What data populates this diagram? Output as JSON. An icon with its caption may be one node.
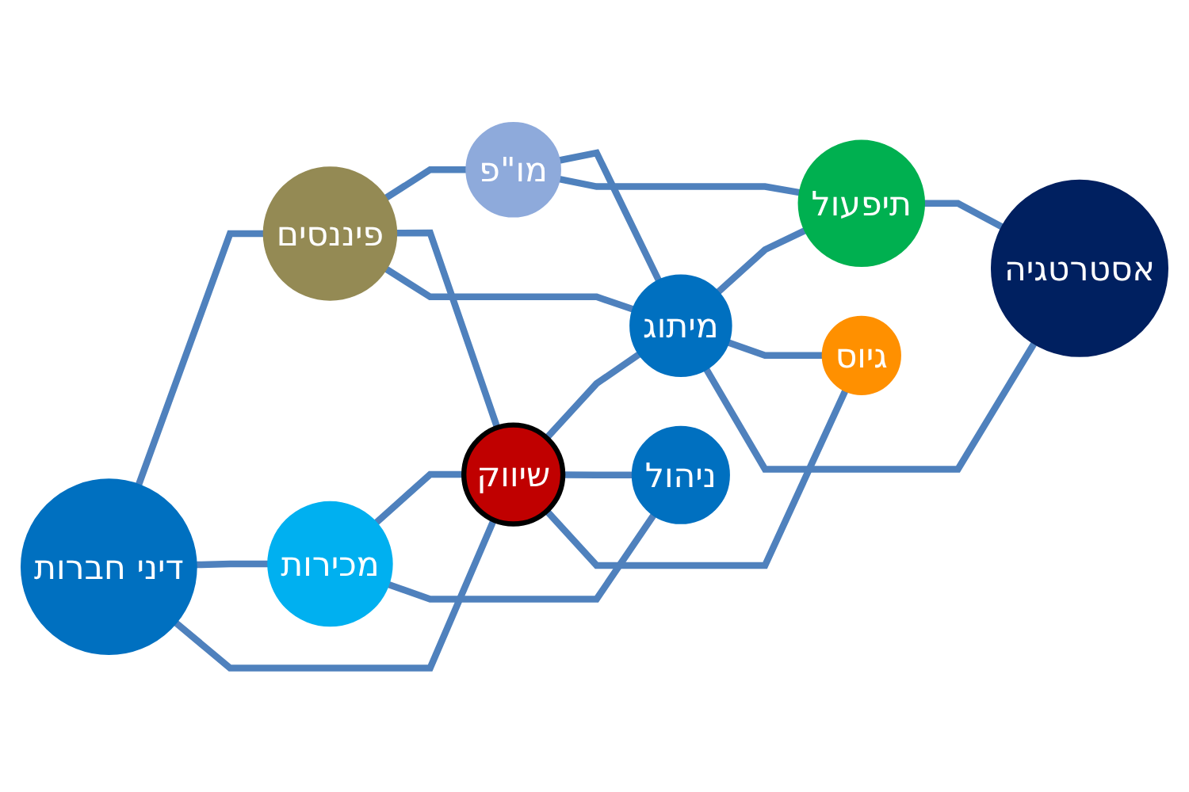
{
  "diagram": {
    "nodes": [
      {
        "text": [
          "דיני חברות"
        ]
      },
      {
        "text": [
          "פיננסים"
        ]
      },
      {
        "text": [
          "מו\"פ"
        ]
      },
      {
        "text": [
          "מכירות"
        ]
      },
      {
        "text": [
          "שיווק"
        ]
      },
      {
        "text": [
          "מיתוג"
        ]
      },
      {
        "text": [
          "תיפעול"
        ]
      },
      {
        "text": [
          "ניהול"
        ]
      },
      {
        "text": [
          "גיוס"
        ]
      },
      {
        "text": [
          "אסטרטגיה"
        ]
      }
    ],
    "edges": [
      {
        "from": 0,
        "to": 1,
        "arrow": "none"
      },
      {
        "from": 1,
        "to": 2,
        "arrow": "none"
      },
      {
        "from": 0,
        "to": 3,
        "arrow": "none"
      },
      {
        "from": 0,
        "to": 4,
        "arrow": "none"
      },
      {
        "from": 1,
        "to": 4,
        "arrow": "none"
      },
      {
        "from": 1,
        "to": 5,
        "arrow": "none"
      },
      {
        "from": 2,
        "to": 5,
        "arrow": "none"
      },
      {
        "from": 2,
        "to": 6,
        "arrow": "none"
      },
      {
        "from": 3,
        "to": 4,
        "arrow": "none"
      },
      {
        "from": 4,
        "to": 5,
        "arrow": "none"
      },
      {
        "from": 5,
        "to": 6,
        "arrow": "none"
      },
      {
        "from": 3,
        "to": 7,
        "arrow": "none"
      },
      {
        "from": 4,
        "to": 7,
        "arrow": "none"
      },
      {
        "from": 4,
        "to": 8,
        "arrow": "none"
      },
      {
        "from": 5,
        "to": 8,
        "arrow": "none"
      },
      {
        "from": 5,
        "to": 9,
        "arrow": "none"
      },
      {
        "from": 6,
        "to": 9,
        "arrow": "none"
      }
    ]
  }
}
